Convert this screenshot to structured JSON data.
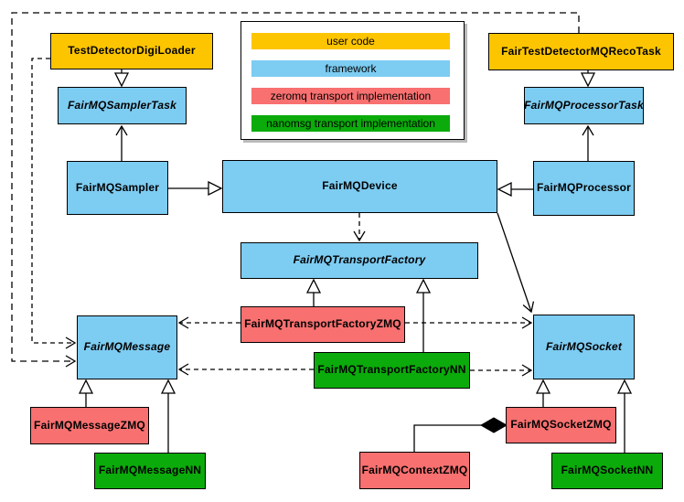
{
  "legend": {
    "items": [
      {
        "label": "user code",
        "color": "#fdc500",
        "category": "user-code"
      },
      {
        "label": "framework",
        "color": "#7dccf2",
        "category": "framework"
      },
      {
        "label": "zeromq transport implementation",
        "color": "#f87070",
        "category": "zeromq"
      },
      {
        "label": "nanomsg transport implementation",
        "color": "#0bab0b",
        "category": "nanomsg"
      }
    ]
  },
  "nodes": {
    "testDetectorDigiLoader": {
      "label": "TestDetectorDigiLoader",
      "category": "user-code",
      "abstract": false
    },
    "fairTestDetectorMQRecoTask": {
      "label": "FairTestDetectorMQRecoTask",
      "category": "user-code",
      "abstract": false
    },
    "fairMQSamplerTask": {
      "label": "FairMQSamplerTask",
      "category": "framework",
      "abstract": true
    },
    "fairMQProcessorTask": {
      "label": "FairMQProcessorTask",
      "category": "framework",
      "abstract": true
    },
    "fairMQSampler": {
      "label": "FairMQSampler",
      "category": "framework",
      "abstract": false
    },
    "fairMQDevice": {
      "label": "FairMQDevice",
      "category": "framework",
      "abstract": false
    },
    "fairMQProcessor": {
      "label": "FairMQProcessor",
      "category": "framework",
      "abstract": false
    },
    "fairMQTransportFactory": {
      "label": "FairMQTransportFactory",
      "category": "framework",
      "abstract": true
    },
    "fairMQTransportFactoryZMQ": {
      "label": "FairMQTransportFactoryZMQ",
      "category": "zeromq",
      "abstract": false
    },
    "fairMQTransportFactoryNN": {
      "label": "FairMQTransportFactoryNN",
      "category": "nanomsg",
      "abstract": false
    },
    "fairMQMessage": {
      "label": "FairMQMessage",
      "category": "framework",
      "abstract": true
    },
    "fairMQSocket": {
      "label": "FairMQSocket",
      "category": "framework",
      "abstract": true
    },
    "fairMQMessageZMQ": {
      "label": "FairMQMessageZMQ",
      "category": "zeromq",
      "abstract": false
    },
    "fairMQMessageNN": {
      "label": "FairMQMessageNN",
      "category": "nanomsg",
      "abstract": false
    },
    "fairMQSocketZMQ": {
      "label": "FairMQSocketZMQ",
      "category": "zeromq",
      "abstract": false
    },
    "fairMQContextZMQ": {
      "label": "FairMQContextZMQ",
      "category": "zeromq",
      "abstract": false
    },
    "fairMQSocketNN": {
      "label": "FairMQSocketNN",
      "category": "nanomsg",
      "abstract": false
    }
  },
  "edges": [
    {
      "from": "TestDetectorDigiLoader",
      "to": "FairMQSamplerTask",
      "type": "inheritance"
    },
    {
      "from": "FairTestDetectorMQRecoTask",
      "to": "FairMQProcessorTask",
      "type": "inheritance"
    },
    {
      "from": "FairMQSampler",
      "to": "FairMQDevice",
      "type": "inheritance"
    },
    {
      "from": "FairMQProcessor",
      "to": "FairMQDevice",
      "type": "inheritance"
    },
    {
      "from": "FairMQSampler",
      "to": "FairMQSamplerTask",
      "type": "association"
    },
    {
      "from": "FairMQProcessor",
      "to": "FairMQProcessorTask",
      "type": "association"
    },
    {
      "from": "FairMQDevice",
      "to": "FairMQTransportFactory",
      "type": "dependency"
    },
    {
      "from": "FairMQDevice",
      "to": "FairMQSocket",
      "type": "association"
    },
    {
      "from": "FairMQTransportFactoryZMQ",
      "to": "FairMQTransportFactory",
      "type": "inheritance"
    },
    {
      "from": "FairMQTransportFactoryNN",
      "to": "FairMQTransportFactory",
      "type": "inheritance"
    },
    {
      "from": "FairMQTransportFactoryZMQ",
      "to": "FairMQMessage",
      "type": "dependency"
    },
    {
      "from": "FairMQTransportFactoryZMQ",
      "to": "FairMQSocket",
      "type": "dependency"
    },
    {
      "from": "FairMQTransportFactoryNN",
      "to": "FairMQMessage",
      "type": "dependency"
    },
    {
      "from": "FairMQTransportFactoryNN",
      "to": "FairMQSocket",
      "type": "dependency"
    },
    {
      "from": "TestDetectorDigiLoader",
      "to": "FairMQMessage",
      "type": "dependency"
    },
    {
      "from": "FairTestDetectorMQRecoTask",
      "to": "FairMQMessage",
      "type": "dependency"
    },
    {
      "from": "FairMQMessageZMQ",
      "to": "FairMQMessage",
      "type": "inheritance"
    },
    {
      "from": "FairMQMessageNN",
      "to": "FairMQMessage",
      "type": "inheritance"
    },
    {
      "from": "FairMQSocketZMQ",
      "to": "FairMQSocket",
      "type": "inheritance"
    },
    {
      "from": "FairMQSocketNN",
      "to": "FairMQSocket",
      "type": "inheritance"
    },
    {
      "from": "FairMQSocketZMQ",
      "to": "FairMQContextZMQ",
      "type": "composition"
    }
  ],
  "colors": {
    "user_code": "#fdc500",
    "framework": "#7dccf2",
    "zeromq": "#f87070",
    "nanomsg": "#0bab0b",
    "line": "#000000",
    "background": "#ffffff"
  }
}
